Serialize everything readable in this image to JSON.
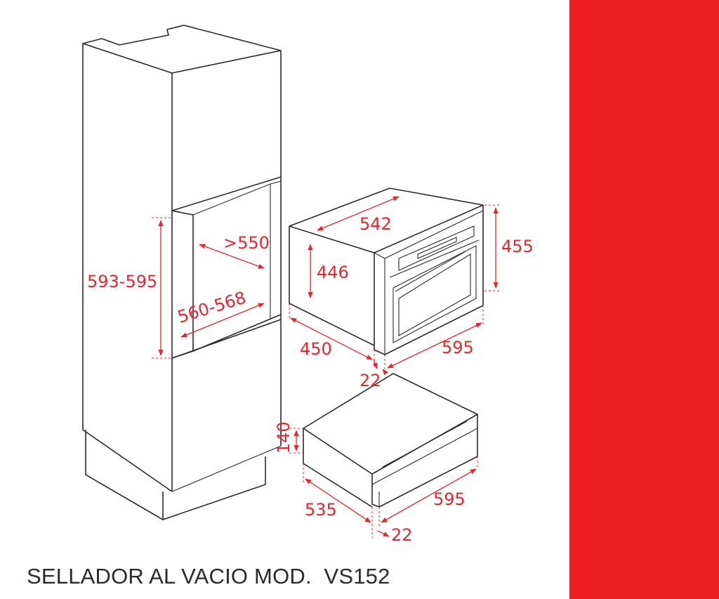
{
  "colors": {
    "accent_red": "#ed1c24",
    "dimension_red": "#e8242c",
    "line": "#2a2a2a"
  },
  "caption": {
    "title": "SELLADOR AL VACIO MOD.",
    "model": "VS152"
  },
  "dimensions": {
    "cabinet_height_range": "593-595",
    "cabinet_depth_min": ">550",
    "cabinet_width_range": "560-568",
    "oven_top_width": "542",
    "oven_body_height": "446",
    "oven_front_height": "455",
    "oven_body_depth": "450",
    "oven_front_width": "595",
    "oven_front_thickness": "22",
    "drawer_height": "140",
    "drawer_depth": "535",
    "drawer_front_width": "595",
    "drawer_front_thickness": "22"
  }
}
